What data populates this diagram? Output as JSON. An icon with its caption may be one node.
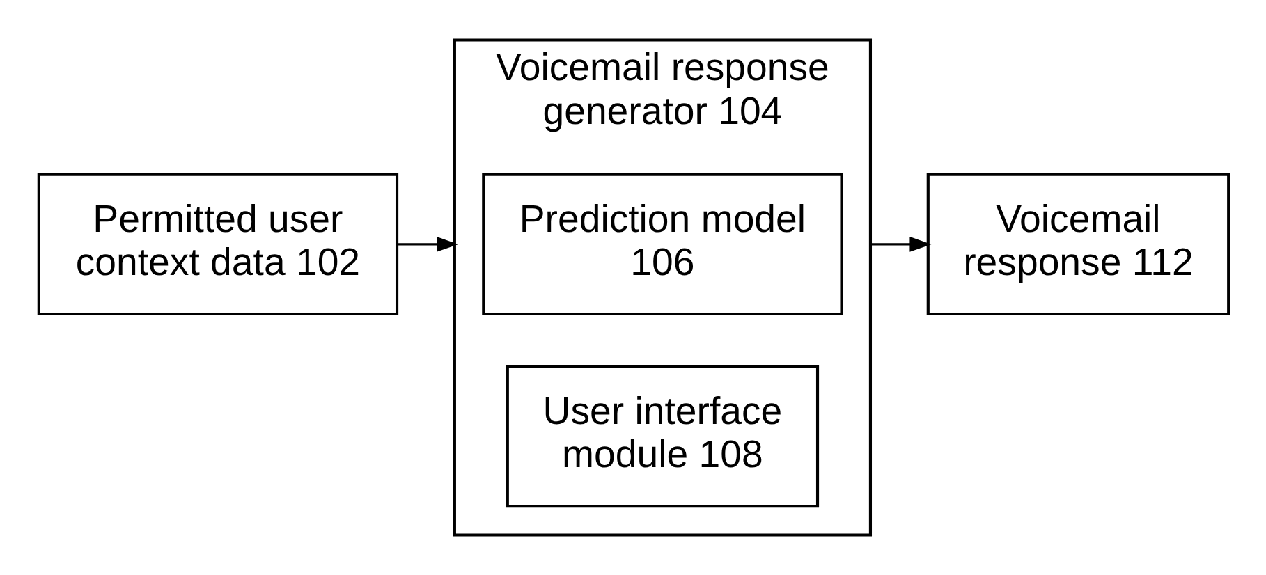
{
  "diagram": {
    "nodes": [
      {
        "text": [
          "Permitted user context data 102"
        ]
      },
      {
        "text": [
          "Voicemail response generator 104"
        ]
      },
      {
        "text": [
          "Prediction model 106"
        ],
        "in": 1
      },
      {
        "text": [
          "User interface module 108"
        ],
        "in": 1
      },
      {
        "text": [
          "Voicemail response 112"
        ]
      }
    ],
    "edges": [
      {
        "from": 0,
        "to": 1,
        "arrow": "to"
      },
      {
        "from": 1,
        "to": 4,
        "arrow": "to"
      }
    ]
  }
}
